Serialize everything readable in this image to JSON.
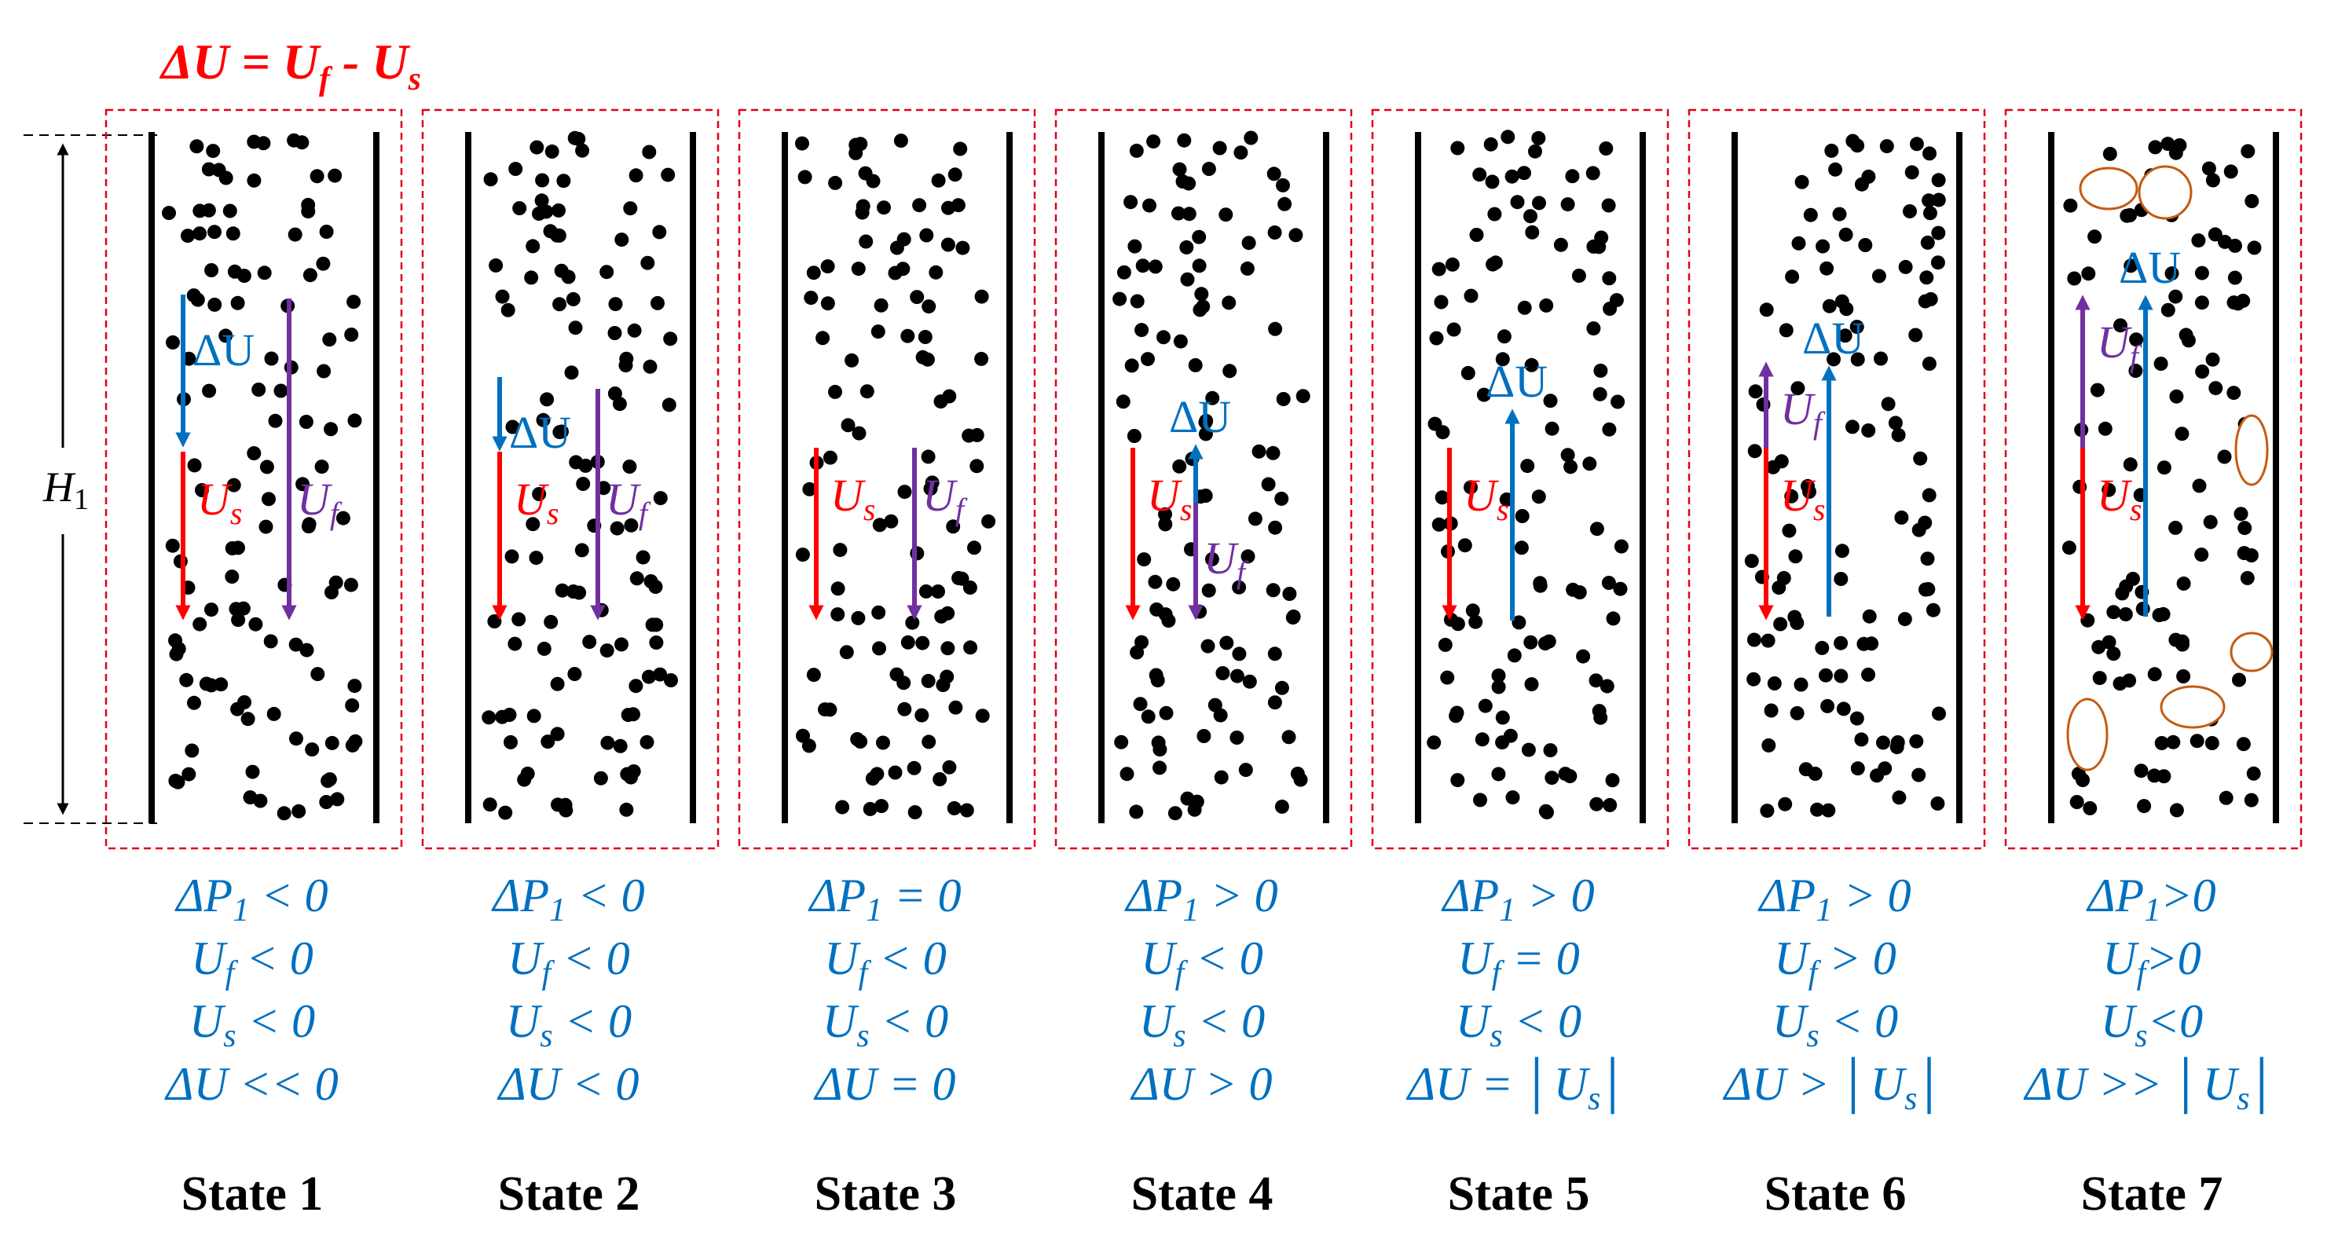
{
  "title": {
    "prefix": "ΔU = U",
    "f_sub": "f",
    "mid": " - U",
    "s_sub": "s"
  },
  "height_label": {
    "base": "H",
    "sub": "1"
  },
  "colors": {
    "red": "#ff0000",
    "blue": "#0070c0",
    "purple": "#7030a0",
    "orange": "#c55a11",
    "black": "#000000",
    "frame": "#e0001a"
  },
  "states": [
    {
      "name": "State 1",
      "conditions": [
        [
          "ΔP",
          "1",
          " < 0"
        ],
        [
          "U",
          "f",
          " < 0"
        ],
        [
          "U",
          "s",
          " < 0"
        ],
        [
          "ΔU",
          "",
          "",
          " << 0"
        ]
      ],
      "labels": {
        "du": "ΔU",
        "us": "U",
        "us_sub": "s",
        "uf": "U",
        "uf_sub": "f"
      }
    },
    {
      "name": "State 2",
      "conditions": [
        [
          "ΔP",
          "1",
          " < 0"
        ],
        [
          "U",
          "f",
          " < 0"
        ],
        [
          "U",
          "s",
          " < 0"
        ],
        [
          "ΔU",
          "",
          "",
          " < 0"
        ]
      ],
      "labels": {
        "du": "ΔU",
        "us": "U",
        "us_sub": "s",
        "uf": "U",
        "uf_sub": "f"
      }
    },
    {
      "name": "State 3",
      "conditions": [
        [
          "ΔP",
          "1",
          " = 0"
        ],
        [
          "U",
          "f",
          " < 0"
        ],
        [
          "U",
          "s",
          " < 0"
        ],
        [
          "ΔU",
          "",
          "",
          " = 0"
        ]
      ],
      "labels": {
        "us": "U",
        "us_sub": "s",
        "uf": "U",
        "uf_sub": "f"
      }
    },
    {
      "name": "State 4",
      "conditions": [
        [
          "ΔP",
          "1",
          " > 0"
        ],
        [
          "U",
          "f",
          " < 0"
        ],
        [
          "U",
          "s",
          " < 0"
        ],
        [
          "ΔU",
          "",
          "",
          " > 0"
        ]
      ],
      "labels": {
        "du": "ΔU",
        "us": "U",
        "us_sub": "s",
        "uf": "U",
        "uf_sub": "f"
      }
    },
    {
      "name": "State 5",
      "conditions": [
        [
          "ΔP",
          "1",
          " > 0"
        ],
        [
          "U",
          "f",
          " = 0"
        ],
        [
          "U",
          "s",
          " < 0"
        ],
        [
          "ΔU = │U",
          "s",
          "│",
          ""
        ]
      ],
      "labels": {
        "du": "ΔU",
        "us": "U",
        "us_sub": "s"
      }
    },
    {
      "name": "State 6",
      "conditions": [
        [
          "ΔP",
          "1",
          " > 0"
        ],
        [
          "U",
          "f",
          " > 0"
        ],
        [
          "U",
          "s",
          " < 0"
        ],
        [
          "ΔU > │U",
          "s",
          "│",
          ""
        ]
      ],
      "labels": {
        "du": "ΔU",
        "us": "U",
        "us_sub": "s",
        "uf": "U",
        "uf_sub": "f"
      }
    },
    {
      "name": "State 7",
      "conditions": [
        [
          "ΔP",
          "1",
          ">0"
        ],
        [
          "U",
          "f",
          ">0"
        ],
        [
          "U",
          "s",
          "<0"
        ],
        [
          "ΔU >> │U",
          "s",
          "│",
          ""
        ]
      ],
      "labels": {
        "du": "ΔU",
        "us": "U",
        "us_sub": "s",
        "uf": "U",
        "uf_sub": "f"
      }
    }
  ]
}
